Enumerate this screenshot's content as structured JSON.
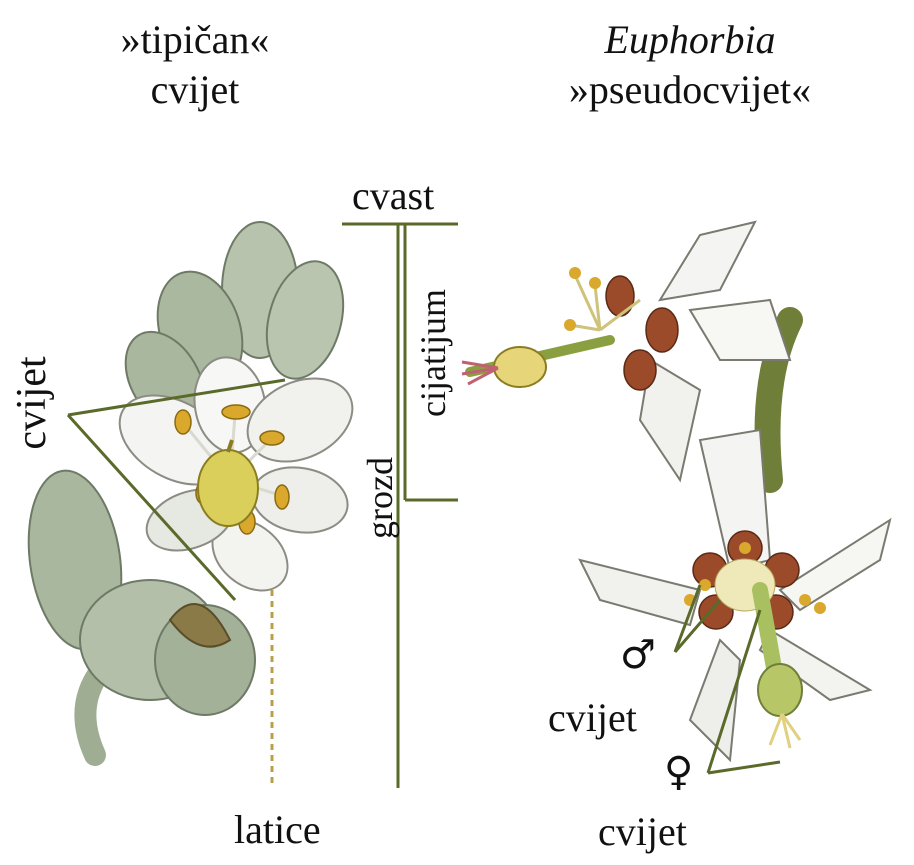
{
  "left_heading": {
    "line1": "»tipičan«",
    "line2": "cvijet"
  },
  "right_heading": {
    "line1": "Euphorbia",
    "line2": "»pseudocvijet«"
  },
  "labels": {
    "cvast": "cvast",
    "cijatijum": "cijatijum",
    "grozd": "grozd",
    "cvijet_left": "cvijet",
    "latice": "latice",
    "male_symbol": "♂",
    "male_cvijet": "cvijet",
    "female_symbol": "♀",
    "female_cvijet": "cvijet"
  },
  "colors": {
    "line": "#5a6a2a",
    "petal": "#f4f4f2",
    "bud": "#b7c3ac",
    "anther": "#d9a82c",
    "ovary": "#d9cf5a",
    "gland": "#9b4a2a",
    "stem": "#6f7f3a"
  }
}
